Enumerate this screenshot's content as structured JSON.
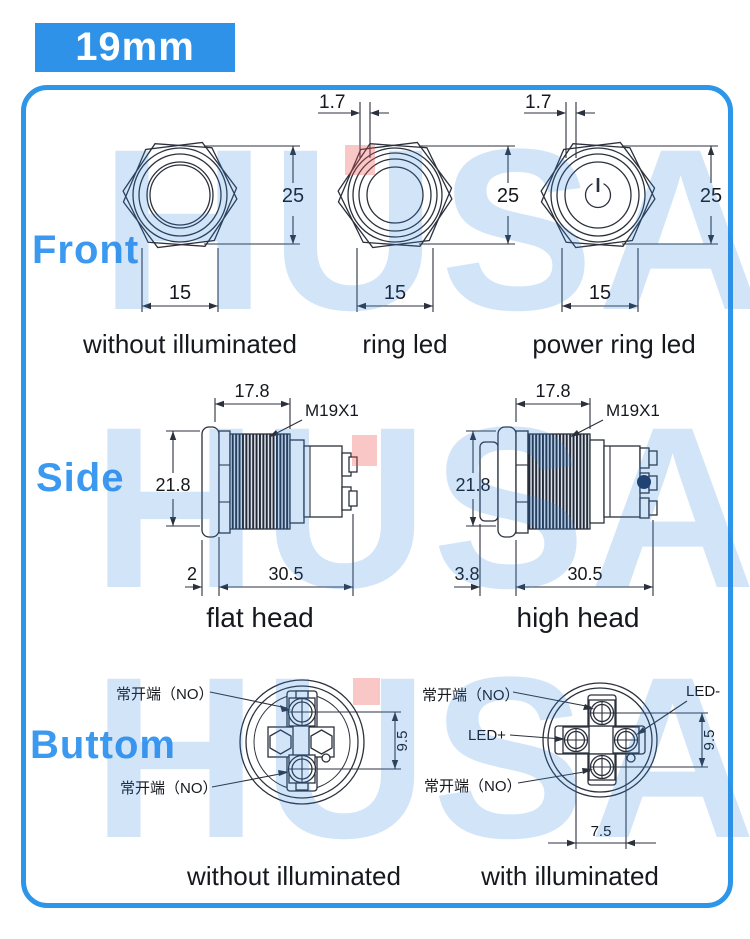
{
  "badge": "19mm",
  "watermark": "HUSA",
  "colors": {
    "accent": "#2e93e8",
    "row_label": "#3b99f0",
    "line": "#2b313c",
    "led_dot": "#1d3157"
  },
  "front": {
    "label": "Front",
    "views": [
      {
        "caption": "without illuminated",
        "height": "25",
        "width": "15"
      },
      {
        "caption": "ring led",
        "height": "25",
        "width": "15",
        "ring": "1.7"
      },
      {
        "caption": "power ring led",
        "height": "25",
        "width": "15",
        "ring": "1.7"
      }
    ]
  },
  "side": {
    "label": "Side",
    "views": [
      {
        "caption": "flat head",
        "thread_length": "17.8",
        "thread_spec": "M19X1",
        "diameter": "21.8",
        "head_height": "2",
        "body_length": "30.5"
      },
      {
        "caption": "high head",
        "thread_length": "17.8",
        "thread_spec": "M19X1",
        "diameter": "21.8",
        "head_height": "3.8",
        "body_length": "30.5"
      }
    ]
  },
  "bottom": {
    "label": "Buttom",
    "views": [
      {
        "caption": "without illuminated",
        "terminal_top": "常开端（NO）",
        "terminal_bottom": "常开端（NO）",
        "pin_pitch_v": "9.5"
      },
      {
        "caption": "with illuminated",
        "terminal_top": "常开端（NO）",
        "terminal_bottom": "常开端（NO）",
        "led_positive": "LED+",
        "led_negative": "LED-",
        "pin_pitch_v": "9.5",
        "pin_pitch_h": "7.5"
      }
    ]
  }
}
